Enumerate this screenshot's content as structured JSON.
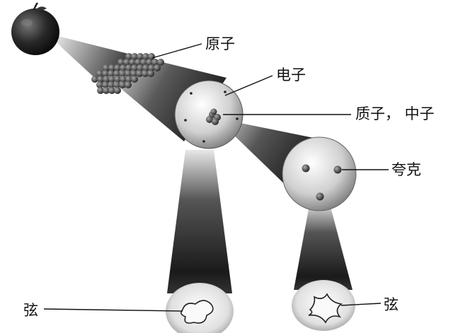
{
  "labels": {
    "atom": "原子",
    "electron": "电子",
    "proton_neutron": "质子， 中子",
    "quark": "夸克",
    "string_left": "弦",
    "string_right": "弦"
  },
  "colors": {
    "beam_dark": "#2a2a2a",
    "beam_light": "#eeeeee",
    "apple": "#1a1a1a",
    "line": "#111111"
  },
  "icons": {
    "apple": "apple-icon",
    "nucleus": "nucleus-icon",
    "quark_dot": "quark-icon",
    "string_loop": "string-loop-icon"
  }
}
